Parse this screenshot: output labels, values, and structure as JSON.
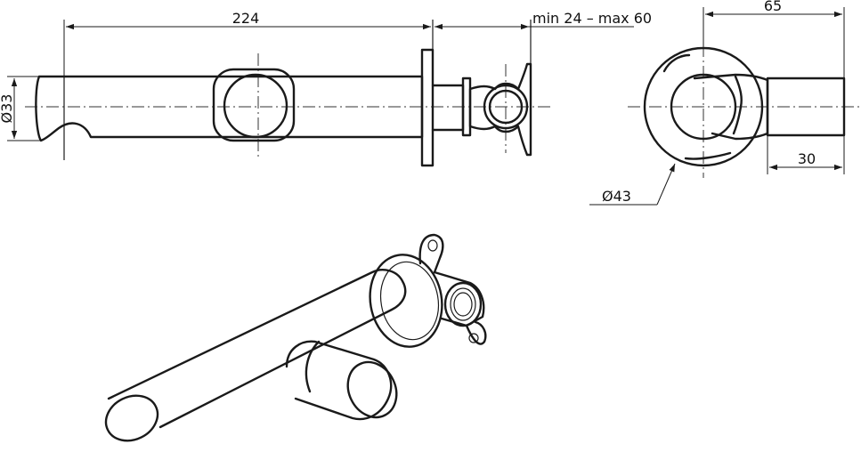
{
  "drawing": {
    "dimensions": {
      "length_spout": "224",
      "wall_range": "min 24 – max 60",
      "depth_total": "65",
      "dia_spout": "Ø33",
      "dia_rosette": "Ø43",
      "handle_len": "30"
    },
    "views": [
      "front-view",
      "side-view",
      "isometric-view"
    ]
  }
}
